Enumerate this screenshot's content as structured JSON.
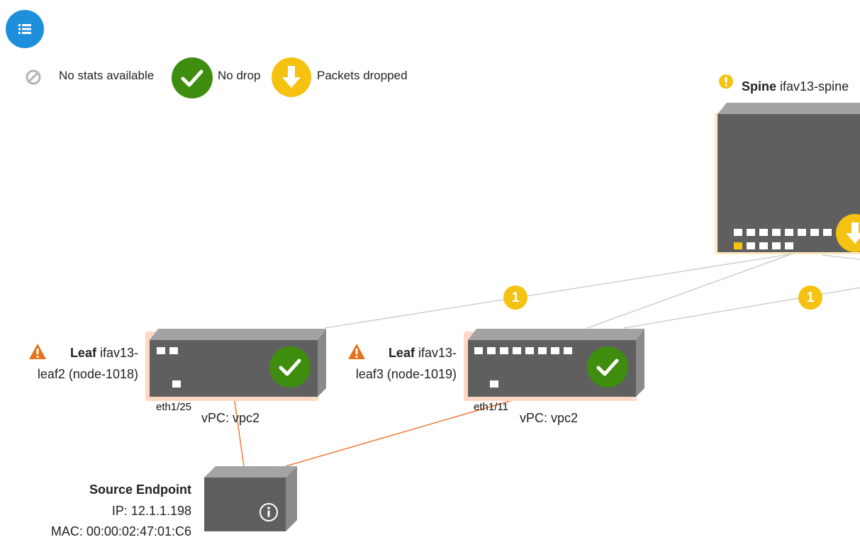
{
  "legend": {
    "no_stats": "No stats available",
    "no_drop": "No drop",
    "packets_dropped": "Packets dropped"
  },
  "spine": {
    "role": "Spine",
    "name": "ifav13-spine",
    "status": "warning"
  },
  "leaf2": {
    "role": "Leaf",
    "name_line1": "ifav13-",
    "name_line2": "leaf2 (node-1018)",
    "port": "eth1/25",
    "vpc": "vPC: vpc2",
    "status": "no-drop"
  },
  "leaf3": {
    "role": "Leaf",
    "name_line1": "ifav13-",
    "name_line2": "leaf3 (node-1019)",
    "port": "eth1/11",
    "vpc": "vPC: vpc2",
    "status": "no-drop"
  },
  "links": {
    "badge1": "1",
    "badge2": "1"
  },
  "endpoint": {
    "title": "Source Endpoint",
    "ip": "IP: 12.1.1.198",
    "mac": "MAC: 00:00:02:47:01:C6"
  },
  "colors": {
    "accent_blue": "#1e8fdb",
    "ok_green": "#3f8d0f",
    "drop_yellow": "#f5c211",
    "warn_orange": "#e8711a",
    "device_gray": "#5f5f5f"
  }
}
